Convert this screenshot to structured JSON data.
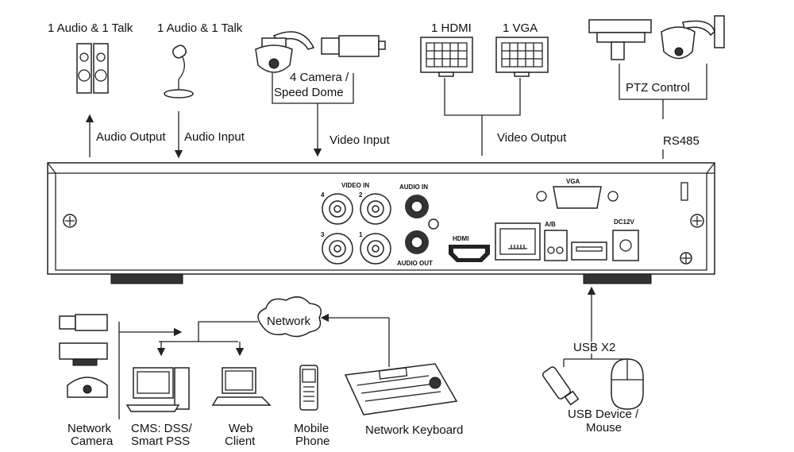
{
  "top": {
    "audio_out_device": "1 Audio  & 1 Talk",
    "audio_in_device": "1 Audio & 1 Talk",
    "audio_output": "Audio  Output",
    "audio_input": "Audio  Input",
    "camera_line1": "4  Camera /",
    "camera_line2": "Speed Dome",
    "video_input": "Video Input",
    "hdmi": "1 HDMI",
    "vga": "1 VGA",
    "video_output": "Video Output",
    "ptz_control": "PTZ Control",
    "rs485": "RS485"
  },
  "panel": {
    "video_in": "VIDEO IN",
    "audio_in": "AUDIO IN",
    "audio_out": "AUDIO OUT",
    "hdmi": "HDMI",
    "vga": "VGA",
    "ab": "A/B",
    "dc": "DC12V",
    "ch": [
      "4",
      "2",
      "3",
      "1"
    ]
  },
  "bottom": {
    "network": "Network",
    "network_camera": [
      "Network",
      "Camera"
    ],
    "cms": [
      "CMS: DSS/",
      "Smart PSS"
    ],
    "web_client": [
      "Web",
      "Client"
    ],
    "mobile_phone": [
      "Mobile",
      "Phone"
    ],
    "network_keyboard": "Network Keyboard",
    "usb_x2": "USB X2",
    "usb_device": [
      "USB Device /",
      "Mouse"
    ]
  }
}
